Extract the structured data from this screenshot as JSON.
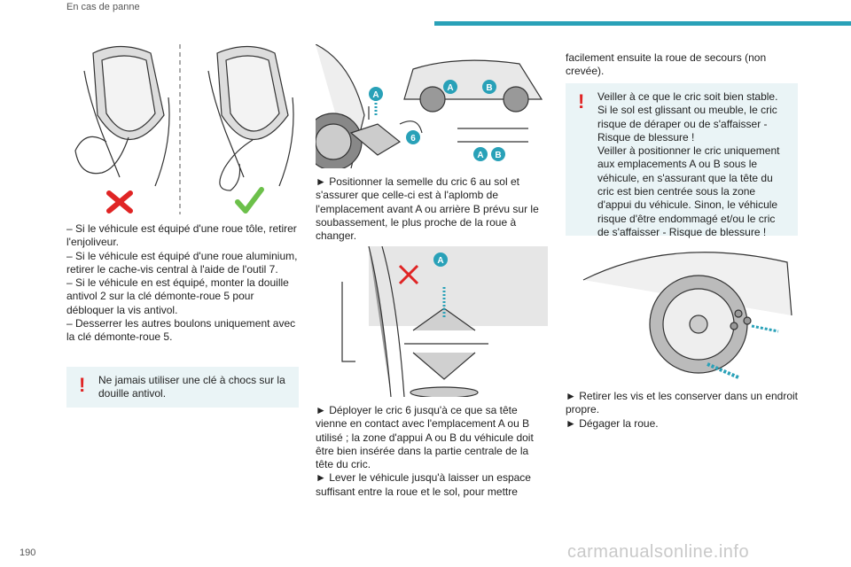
{
  "header": {
    "section_title": "En cas de panne",
    "page_number": "190",
    "accent": "#29a1b8"
  },
  "watermark": "carmanualsonline.info",
  "col1": {
    "bullets": [
      "– Si le véhicule est équipé d'une roue tôle, retirer l'enjoliveur.",
      "– Si le véhicule est équipé d'une roue aluminium, retirer le cache-vis central à l'aide de l'outil 7.",
      "– Si le véhicule en est équipé, monter la douille antivol 2 sur la clé démonte-roue 5 pour débloquer la vis antivol.",
      "– Desserrer les autres boulons uniquement avec la clé démonte-roue 5."
    ],
    "warning": "Ne jamais utiliser une clé à chocs sur la douille antivol."
  },
  "col2": {
    "labels": {
      "a": "A",
      "b": "B",
      "six": "6"
    },
    "step1": "► Positionner la semelle du cric 6 au sol et s'assurer que celle-ci est à l'aplomb de l'emplacement avant A ou arrière B prévu sur le soubassement, le plus proche de la roue à changer.",
    "step2": "► Déployer le cric 6 jusqu'à ce que sa tête vienne en contact avec l'emplacement A ou B utilisé ; la zone d'appui A ou B du véhicule doit être bien insérée dans la partie centrale de la tête du cric.",
    "step3": "► Lever le véhicule jusqu'à laisser un espace suffisant entre la roue et le sol, pour mettre"
  },
  "col3": {
    "cont": "facilement ensuite la roue de secours (non crevée).",
    "warning1": "Veiller à ce que le cric soit bien stable. Si le sol est glissant ou meuble, le cric risque de déraper ou de s'affaisser - Risque de blessure !",
    "warning2": "Veiller à positionner le cric uniquement aux emplacements A ou B sous le véhicule, en s'assurant que la tête du cric est bien centrée sous la zone d'appui du véhicule. Sinon, le véhicule risque d'être endommagé et/ou le cric de s'affaisser - Risque de blessure !",
    "step1": "► Retirer les vis et les conserver dans un endroit propre.",
    "step2": "► Dégager la roue."
  },
  "colors": {
    "cross": "#e02424",
    "check": "#6cc04a",
    "badge": "#29a1b8"
  }
}
